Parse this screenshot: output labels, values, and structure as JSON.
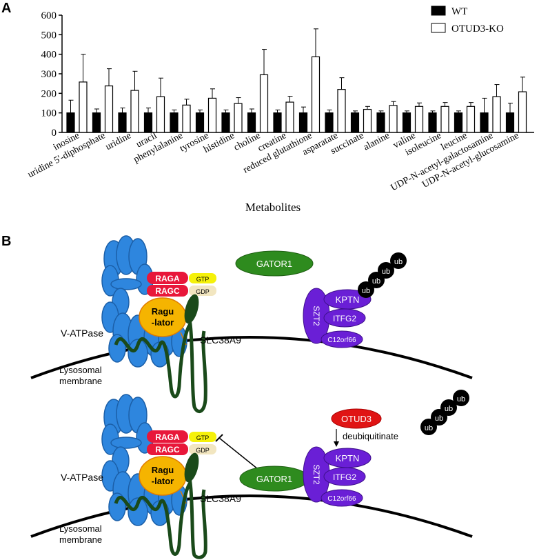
{
  "panelA": {
    "label": "A",
    "xlabel": "Metabolites"
  },
  "panelB": {
    "label": "B",
    "top": {
      "gator1": "GATOR1",
      "raga": "RAGA",
      "ragc": "RAGC",
      "gtp": "GTP",
      "gdp": "GDP",
      "ragulator_line1": "Ragu",
      "ragulator_line2": "-lator",
      "v_atpase": "V-ATPase",
      "slc38a9": "SLC38A9",
      "membrane_line1": "Lysosomal",
      "membrane_line2": "membrane",
      "szt2": "SZT2",
      "kptn": "KPTN",
      "itfg2": "ITFG2",
      "c12orf66": "C12orf66",
      "ub": "ub"
    },
    "bottom": {
      "otud3": "OTUD3",
      "deubiquitinate": "deubiquitinate",
      "gator1": "GATOR1",
      "raga": "RAGA",
      "ragc": "RAGC",
      "gtp": "GTP",
      "gdp": "GDP",
      "ragulator_line1": "Ragu",
      "ragulator_line2": "-lator",
      "v_atpase": "V-ATPase",
      "slc38a9": "SLC38A9",
      "membrane_line1": "Lysosomal",
      "membrane_line2": "membrane",
      "szt2": "SZT2",
      "kptn": "KPTN",
      "itfg2": "ITFG2",
      "c12orf66": "C12orf66",
      "ub": "ub"
    },
    "colors": {
      "vatpase": "#2e86de",
      "raga": "#e8173a",
      "gtp": "#f5f10a",
      "gdp": "#f2e6c0",
      "ragulator": "#f5b400",
      "slc38a9": "#1a4a1a",
      "gator1": "#2e8b1e",
      "kptn_complex": "#6a1fd6",
      "otud3": "#e01414",
      "ub": "#000000"
    }
  },
  "chart_data": {
    "type": "bar",
    "xlabel": "Metabolites",
    "ylabel": "",
    "ylim": [
      0,
      600
    ],
    "yticks": [
      0,
      100,
      200,
      300,
      400,
      500,
      600
    ],
    "legend_position": "top-right",
    "categories": [
      "inosine",
      "uridine 5'-diphosphate",
      "uridine",
      "uracil",
      "phenylalanine",
      "tyrosine",
      "histidine",
      "choline",
      "creatine",
      "reduced glutathione",
      "asparatate",
      "succinate",
      "alanine",
      "valine",
      "isoleucine",
      "leucine",
      "UDP-N-acetyl-galactosamine",
      "UDP-N-acetyl-glucosamine"
    ],
    "series": [
      {
        "name": "WT",
        "color": "#000000",
        "values": [
          100,
          100,
          100,
          100,
          100,
          100,
          100,
          100,
          100,
          100,
          100,
          100,
          100,
          100,
          100,
          100,
          100,
          100
        ],
        "errors": [
          65,
          20,
          25,
          25,
          15,
          15,
          15,
          20,
          15,
          30,
          15,
          10,
          10,
          10,
          10,
          10,
          75,
          50
        ]
      },
      {
        "name": "OTUD3-KO",
        "color": "#ffffff",
        "values": [
          258,
          238,
          215,
          183,
          140,
          175,
          148,
          295,
          155,
          387,
          220,
          118,
          138,
          133,
          133,
          133,
          183,
          208
        ],
        "errors": [
          142,
          88,
          98,
          95,
          30,
          48,
          30,
          130,
          30,
          143,
          60,
          15,
          20,
          18,
          20,
          20,
          62,
          75
        ]
      }
    ]
  }
}
